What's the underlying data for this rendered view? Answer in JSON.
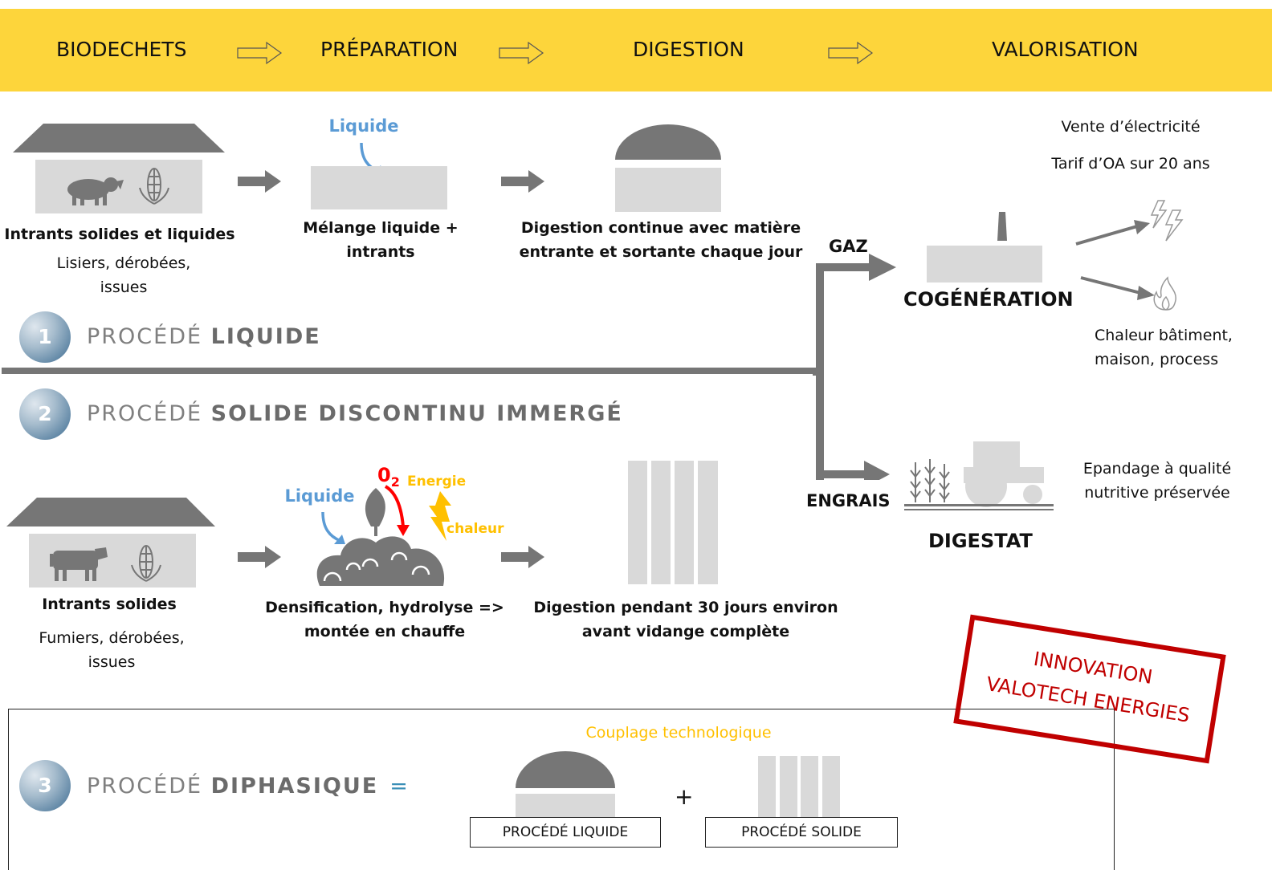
{
  "header": {
    "steps": [
      "BIODECHETS",
      "PRÉPARATION",
      "DIGESTION",
      "VALORISATION"
    ]
  },
  "process1": {
    "number": "1",
    "title_light": "PROCÉDÉ ",
    "title_bold": "LIQUIDE",
    "inputs_title": "Intrants solides et liquides",
    "inputs_sub_line1": "Lisiers, dérobées,",
    "inputs_sub_line2": "issues",
    "liquid_label": "Liquide",
    "prep_line1": "Mélange liquide +",
    "prep_line2": "intrants",
    "digest_line1": "Digestion continue avec matière",
    "digest_line2": "entrante et sortante chaque jour"
  },
  "process2": {
    "number": "2",
    "title_light": "PROCÉDÉ ",
    "title_bold": "SOLIDE DISCONTINU IMMERGÉ",
    "inputs_title": "Intrants solides",
    "inputs_sub_line1": "Fumiers, dérobées,",
    "inputs_sub_line2": "issues",
    "liquid_label": "Liquide",
    "o2_label": "0",
    "o2_sub": "2",
    "energy_label": "Energie",
    "heat_label": "chaleur",
    "prep_line1": "Densification, hydrolyse =>",
    "prep_line2": "montée en chauffe",
    "digest_line1": "Digestion pendant 30 jours environ",
    "digest_line2": "avant vidange complète"
  },
  "valorisation": {
    "gas_label": "GAZ",
    "fertilizer_label": "ENGRAIS",
    "cogeneration_label": "COGÉNÉRATION",
    "digestate_label": "DIGESTAT",
    "electricity_line1": "Vente d’électricité",
    "electricity_line2": "Tarif d’OA sur 20 ans",
    "heat_line1": "Chaleur bâtiment,",
    "heat_line2": "maison, process",
    "spreading_line1": "Epandage à qualité",
    "spreading_line2": "nutritive préservée"
  },
  "stamp": {
    "line1": "INNOVATION",
    "line2": "VALOTECH ENERGIES"
  },
  "process3": {
    "number": "3",
    "title_light": "PROCÉDÉ ",
    "title_bold": "DIPHASIQUE",
    "equals": "=",
    "coupling_label": "Couplage technologique",
    "plus": "+",
    "box_liquid": "PROCÉDÉ LIQUIDE",
    "box_solid": "PROCÉDÉ SOLIDE"
  },
  "colors": {
    "header_bg": "#fdd53b",
    "liquid_blue": "#5b9bd5",
    "o2_red": "#ff0000",
    "energy_yellow": "#ffc000",
    "stamp_red": "#c00000",
    "arrow_gray": "#767676",
    "tank_gray": "#d9d9d9"
  }
}
